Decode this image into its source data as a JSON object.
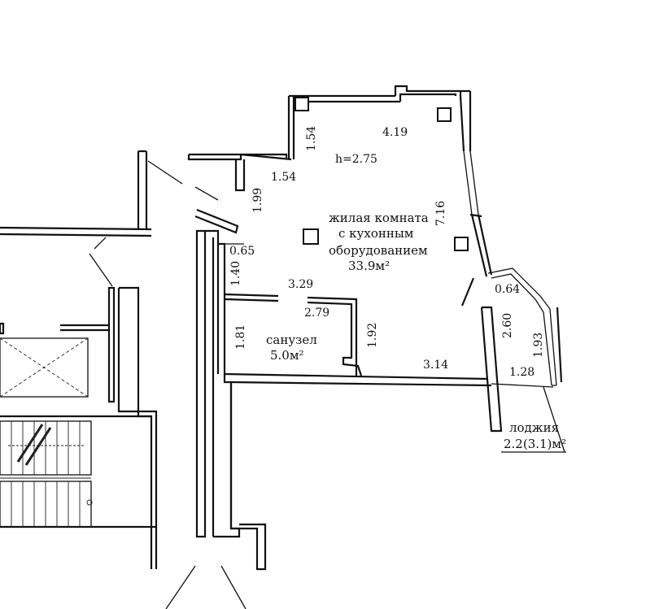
{
  "height_label": "h=2.75",
  "dimensions": {
    "top_width": "4.19",
    "upper_left_vertical": "1.54",
    "upper_left_horizontal": "1.54",
    "hall_vertical": "1.99",
    "right_vertical": "7.16",
    "small_left": "0.65",
    "left_vertical": "1.40",
    "mid_width": "3.29",
    "bath_top": "2.79",
    "bath_right": "1.92",
    "bath_left": "1.81",
    "bottom_width": "3.14",
    "balcony_top": "0.64",
    "balcony_vertical_inner": "2.60",
    "balcony_vertical_outer": "1.93",
    "balcony_width": "1.28"
  },
  "rooms": {
    "living": {
      "line1": "жилая комната",
      "line2": "с кухонным",
      "line3": "оборудованием",
      "area": "33.9м²"
    },
    "bathroom": {
      "line1": "санузел",
      "area": "5.0м²"
    },
    "loggia": {
      "line1": "лоджия",
      "area": "2.2(3.1)м²"
    }
  }
}
